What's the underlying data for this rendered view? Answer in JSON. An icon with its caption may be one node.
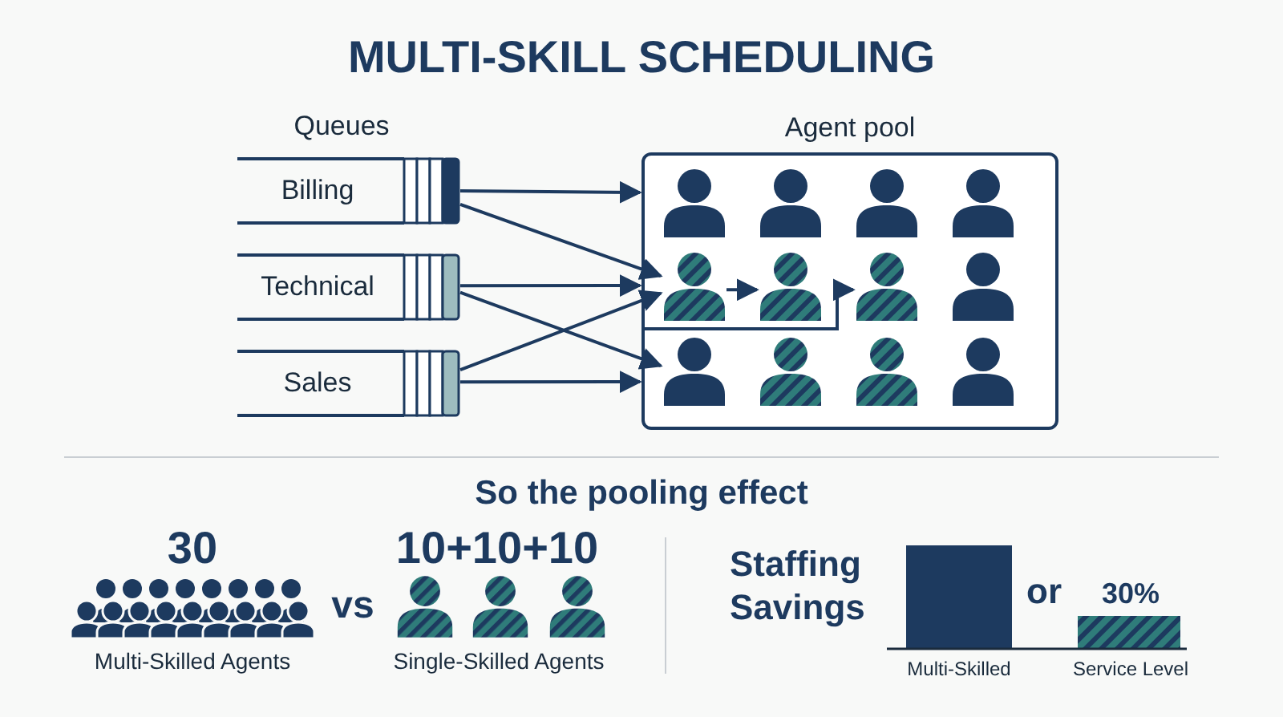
{
  "diagram": {
    "title": "MULTI-SKILL SCHEDULING",
    "nodes": [
      {
        "text": [
          "Billing"
        ]
      },
      {
        "text": [
          "Technical"
        ]
      },
      {
        "text": [
          "Sales"
        ]
      },
      {
        "text": [
          "Agent pool"
        ]
      },
      {
        "text": [],
        "shape": "person",
        "in": 3
      },
      {
        "text": [],
        "shape": "person",
        "in": 3
      },
      {
        "text": [],
        "shape": "person",
        "in": 3
      },
      {
        "text": [],
        "shape": "person",
        "in": 3
      },
      {
        "text": [],
        "shape": "person",
        "in": 3
      },
      {
        "text": [],
        "shape": "person",
        "in": 3
      },
      {
        "text": [],
        "shape": "person",
        "in": 3
      },
      {
        "text": [],
        "shape": "person",
        "in": 3
      },
      {
        "text": [],
        "shape": "person",
        "in": 3
      },
      {
        "text": [],
        "shape": "person",
        "in": 3
      },
      {
        "text": [],
        "shape": "person",
        "in": 3
      },
      {
        "text": [],
        "shape": "person",
        "in": 3
      }
    ],
    "edges": [
      {
        "from": 0,
        "to": 3,
        "arrow": "to"
      },
      {
        "from": 0,
        "to": 8,
        "arrow": "to"
      },
      {
        "from": 1,
        "to": 3,
        "arrow": "to"
      },
      {
        "from": 1,
        "to": 12,
        "arrow": "to"
      },
      {
        "from": 2,
        "to": 8,
        "arrow": "to"
      },
      {
        "from": 2,
        "to": 3,
        "arrow": "to"
      },
      {
        "from": 8,
        "to": 9,
        "arrow": "to"
      },
      {
        "from": 3,
        "to": 10,
        "arrow": "to"
      }
    ],
    "labels": [
      "Queues",
      "So the pooling effect",
      "30",
      "10+10+10",
      "vs",
      "Multi-Skilled Agents",
      "Single-Skilled Agents",
      "Staffing Savings",
      "or",
      "30%",
      "Multi-Skilled",
      "Service Level"
    ]
  }
}
